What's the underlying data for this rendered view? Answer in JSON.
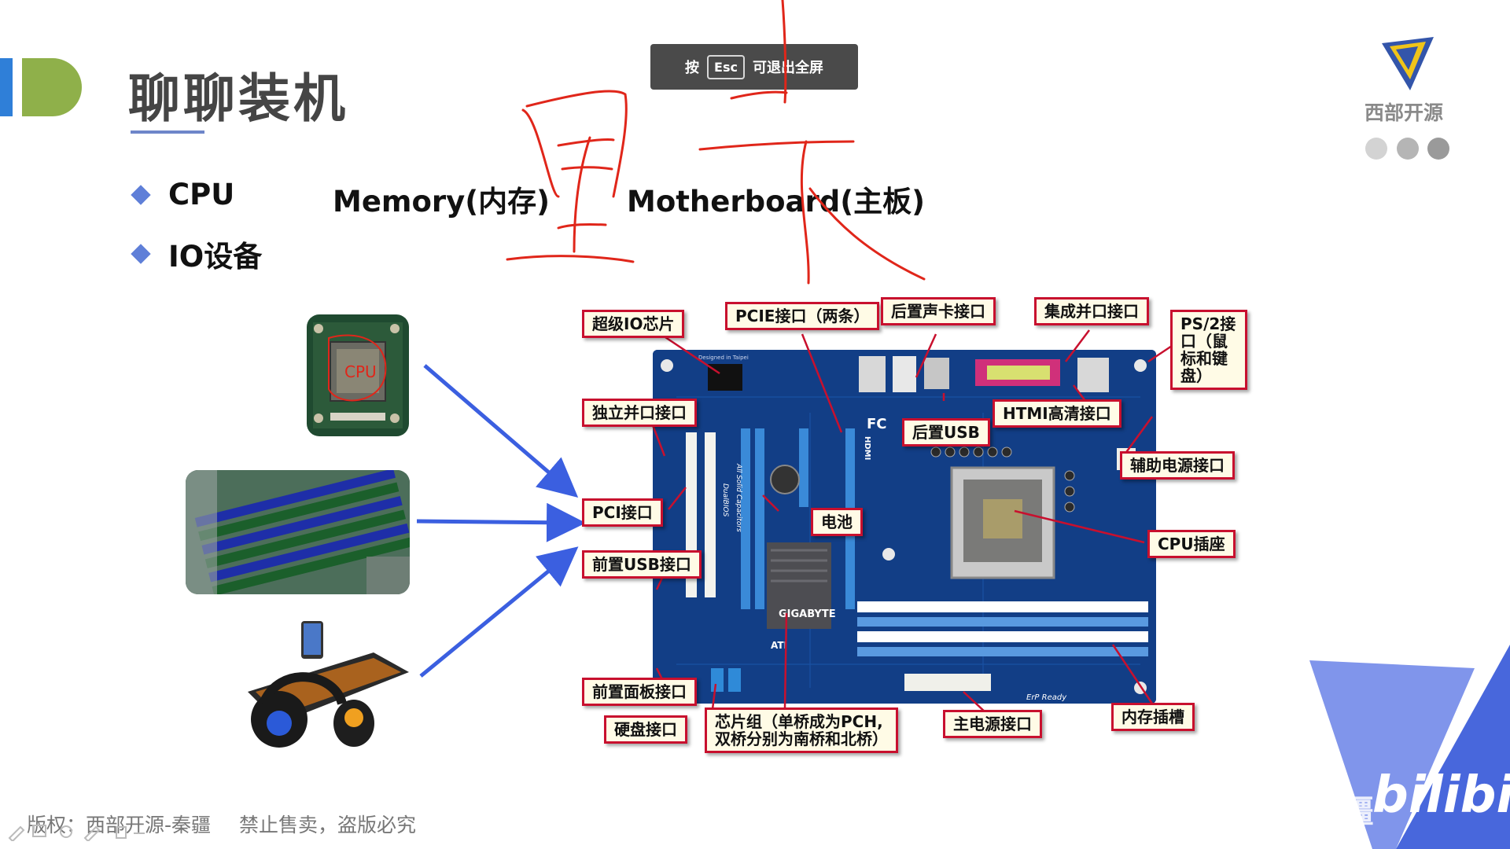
{
  "slide": {
    "title": "聊聊装机",
    "bullets": [
      {
        "items": [
          "CPU",
          "Memory(内存)",
          "Motherboard(主板)"
        ]
      },
      {
        "items": [
          "IO设备"
        ]
      }
    ]
  },
  "toast": {
    "prefix": "按",
    "key": "Esc",
    "suffix": "可退出全屏"
  },
  "logo": {
    "text": "西部开源"
  },
  "motherboard": {
    "labels": {
      "super_io": "超级IO芯片",
      "pcie": "PCIE接口（两条）",
      "rear_audio": "后置声卡接口",
      "parallel": "集成并口接口",
      "ps2": "PS/2接口（鼠标和键盘）",
      "dedicated_parallel": "独立并口接口",
      "rear_usb": "后置USB",
      "hdmi": "HTMI高清接口",
      "aux_power": "辅助电源接口",
      "pci": "PCI接口",
      "battery": "电池",
      "cpu_socket": "CPU插座",
      "front_usb": "前置USB接口",
      "front_panel": "前置面板接口",
      "hdd": "硬盘接口",
      "chipset_line1": "芯片组（单桥成为PCH,",
      "chipset_line2": "双桥分别为南桥和北桥）",
      "main_power": "主电源接口",
      "memory_slot": "内存插槽"
    },
    "silk": {
      "brand": "GIGABYTE",
      "hdmi": "HDMI",
      "caps": "All Solid Capacitors",
      "dualbios": "DualBIOS",
      "erp": "ErP Ready",
      "designed": "Designed in Taipei",
      "ati": "ATI",
      "fc": "FC"
    }
  },
  "thumbnails": {
    "cpu_mark": "CPU"
  },
  "footer": {
    "copyright": "版权：西部开源-秦疆",
    "notice": "禁止售卖，盗版必究"
  },
  "watermark": {
    "bili": "bilibili",
    "uploader": "西部开源-秦疆"
  },
  "colors": {
    "accent_blue": "#2f7fd8",
    "accent_green": "#8fb04a",
    "arrow_blue": "#3b5fe0",
    "label_border": "#c8102e",
    "board_blue": "#123e86",
    "annotation_red": "#e0261a"
  }
}
